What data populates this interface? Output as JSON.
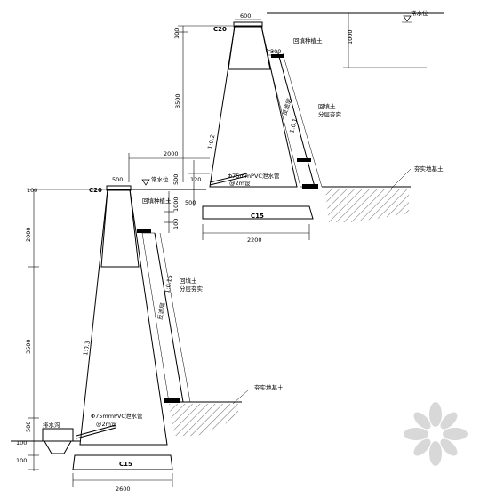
{
  "upper_wall": {
    "grade_top": "C20",
    "top_width": "600",
    "water_level": "常水位",
    "water_depth": "1000",
    "cap_height": "100",
    "step_width": "300",
    "backfill_note_top": "回填种植土",
    "wall_height": "3500",
    "batter_front": "1:0.2",
    "batter_back": "1:0.1",
    "filter_label": "反滤层",
    "backfill_side_1": "回填土",
    "backfill_side_2": "分层夯实",
    "pvc_note_1": "Φ75mmPVC泄水管",
    "pvc_note_2": "@2m设",
    "step_500": "500",
    "dim_120": "120",
    "base_grade": "C15",
    "base_width": "2200",
    "foundation_soil": "夯实地基土"
  },
  "lower_wall": {
    "offset_2000": "2000",
    "grade_top": "C20",
    "top_width": "500",
    "water_level": "常水位",
    "dim_500": "500",
    "dim_1000": "1000",
    "dim_100": "100",
    "backfill_note_top": "回填种植土",
    "left_dims": [
      "100",
      "2000",
      "3500",
      "500",
      "100",
      "100"
    ],
    "batter_front": "1:0.3",
    "batter_back": "1:0.15",
    "filter_label": "反滤层",
    "backfill_side_1": "回填土",
    "backfill_side_2": "分层夯实",
    "pvc_note_1": "Φ75mmPVC泄水管",
    "pvc_note_2": "@2m设",
    "drain_ditch": "排水沟",
    "base_grade": "C15",
    "base_width": "2600",
    "foundation_soil": "夯实地基土"
  }
}
